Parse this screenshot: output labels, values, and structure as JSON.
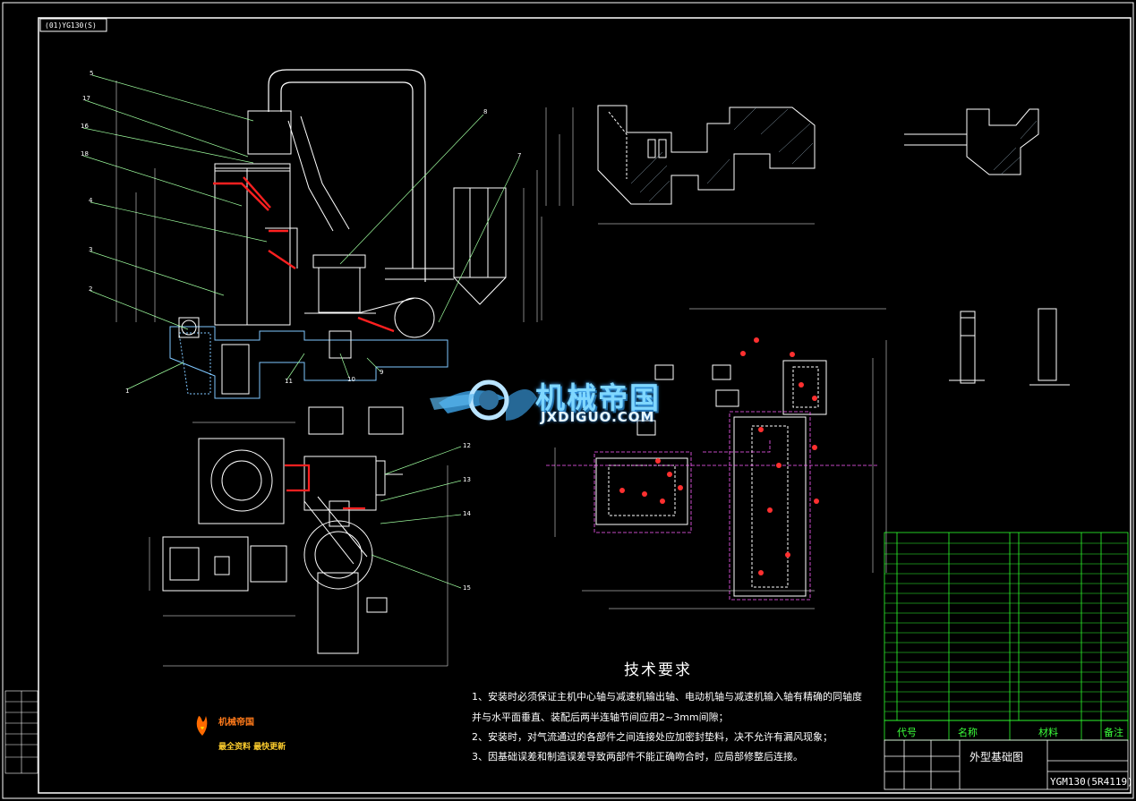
{
  "frame_tag": "(01)YG130(S)",
  "technical_requirements": {
    "title": "技术要求",
    "lines": [
      "1、安装时必须保证主机中心轴与减速机输出轴、电动机轴与减速机输入轴有精确的同轴度",
      "并与水平面垂直、装配后两半连轴节间应用2~3mm间隙；",
      "2、安装时，对气流通过的各部件之间连接处应加密封垫料，决不允许有漏风现象；",
      "3、因基础误差和制造误差导致两部件不能正确吻合时，应局部修整后连接。"
    ]
  },
  "watermark": {
    "main": "机械帝国",
    "sub": "JXDIGUO.COM"
  },
  "title_block": {
    "code_header": "代号",
    "name_header": "名称",
    "material_header": "材料",
    "remark_header": "备注",
    "drawing_title": "外型基础图",
    "drawing_no": "YGM130(5R4119)"
  },
  "logo": {
    "line1": "机械帝国",
    "line2": "最全资料 最快更新"
  },
  "part_numbers_left": [
    "5",
    "17",
    "16",
    "18",
    "4",
    "3",
    "2",
    "1",
    "11",
    "10",
    "9",
    "8",
    "7"
  ],
  "part_numbers_plan": [
    "12",
    "13",
    "14",
    "15"
  ],
  "colors": {
    "outline": "#ffffff",
    "leader": "#9fff9f",
    "cut": "#ff2020",
    "hatch": "#7fc7ff",
    "table": "#2fff2f",
    "dim": "#ff60ff"
  }
}
